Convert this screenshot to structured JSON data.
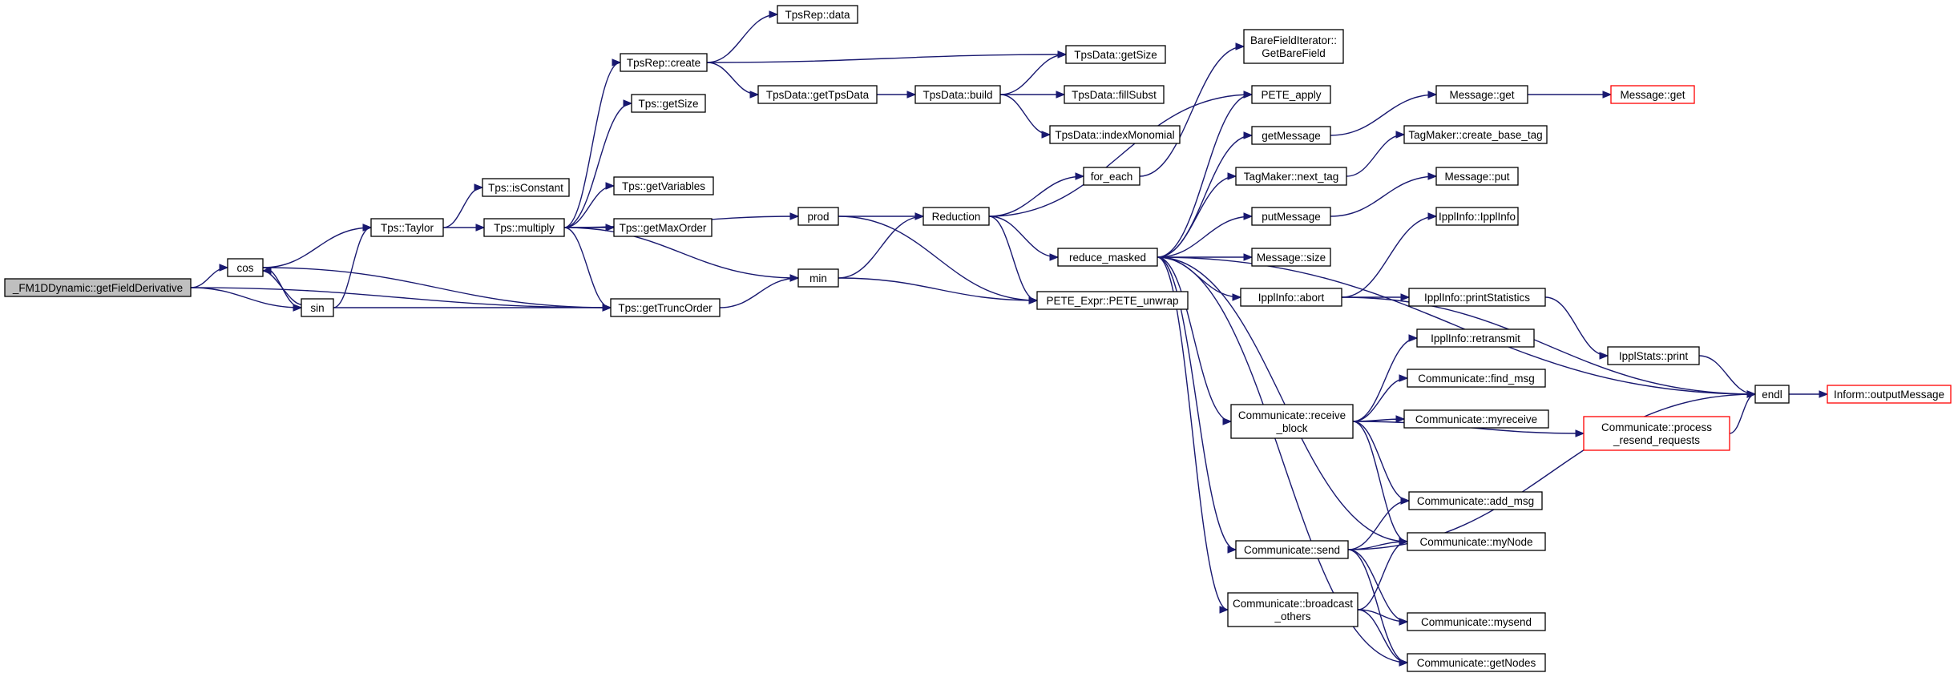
{
  "diagram": {
    "type": "call-graph",
    "colors": {
      "edge": "#191970",
      "root_fill": "#bfbfbf",
      "truncated_border": "#ff0000",
      "node_border": "#000000"
    },
    "nodes": [
      {
        "id": "root",
        "label": [
          "_FM1DDynamic::getFieldDerivative"
        ],
        "style": "root"
      },
      {
        "id": "cos",
        "label": [
          "cos"
        ]
      },
      {
        "id": "sin",
        "label": [
          "sin"
        ]
      },
      {
        "id": "taylor",
        "label": [
          "Tps::Taylor"
        ]
      },
      {
        "id": "isconst",
        "label": [
          "Tps::isConstant"
        ]
      },
      {
        "id": "multiply",
        "label": [
          "Tps::multiply"
        ]
      },
      {
        "id": "tpsrepcreate",
        "label": [
          "TpsRep::create"
        ]
      },
      {
        "id": "tpsrepdata",
        "label": [
          "TpsRep::data"
        ]
      },
      {
        "id": "tpsgetsize",
        "label": [
          "Tps::getSize"
        ]
      },
      {
        "id": "getvars",
        "label": [
          "Tps::getVariables"
        ]
      },
      {
        "id": "getmaxorder",
        "label": [
          "Tps::getMaxOrder"
        ]
      },
      {
        "id": "gettrunc",
        "label": [
          "Tps::getTruncOrder"
        ]
      },
      {
        "id": "tdgetsize",
        "label": [
          "TpsData::getSize"
        ]
      },
      {
        "id": "gettpsdata",
        "label": [
          "TpsData::getTpsData"
        ]
      },
      {
        "id": "build",
        "label": [
          "TpsData::build"
        ]
      },
      {
        "id": "fillsubst",
        "label": [
          "TpsData::fillSubst"
        ]
      },
      {
        "id": "indexmono",
        "label": [
          "TpsData::indexMonomial"
        ]
      },
      {
        "id": "prod",
        "label": [
          "prod"
        ]
      },
      {
        "id": "min",
        "label": [
          "min"
        ]
      },
      {
        "id": "reduction",
        "label": [
          "Reduction"
        ]
      },
      {
        "id": "foreach",
        "label": [
          "for_each"
        ]
      },
      {
        "id": "bfi",
        "label": [
          "BareFieldIterator::",
          "GetBareField"
        ]
      },
      {
        "id": "reducemasked",
        "label": [
          "reduce_masked"
        ]
      },
      {
        "id": "peteunwrap",
        "label": [
          "PETE_Expr::PETE_unwrap"
        ]
      },
      {
        "id": "peteapply",
        "label": [
          "PETE_apply"
        ]
      },
      {
        "id": "getmessage",
        "label": [
          "getMessage"
        ]
      },
      {
        "id": "nexttag",
        "label": [
          "TagMaker::next_tag"
        ]
      },
      {
        "id": "putmessage",
        "label": [
          "putMessage"
        ]
      },
      {
        "id": "msgsize",
        "label": [
          "Message::size"
        ]
      },
      {
        "id": "abort",
        "label": [
          "IpplInfo::abort"
        ]
      },
      {
        "id": "recvblock",
        "label": [
          "Communicate::receive",
          "_block"
        ]
      },
      {
        "id": "send",
        "label": [
          "Communicate::send"
        ]
      },
      {
        "id": "bcast",
        "label": [
          "Communicate::broadcast",
          "_others"
        ]
      },
      {
        "id": "msgget1",
        "label": [
          "Message::get"
        ]
      },
      {
        "id": "msgget2",
        "label": [
          "Message::get"
        ],
        "style": "truncated"
      },
      {
        "id": "createbasetag",
        "label": [
          "TagMaker::create_base_tag"
        ]
      },
      {
        "id": "msgput",
        "label": [
          "Message::put"
        ]
      },
      {
        "id": "ipplinfo",
        "label": [
          "IpplInfo::IpplInfo"
        ]
      },
      {
        "id": "printstats",
        "label": [
          "IpplInfo::printStatistics"
        ]
      },
      {
        "id": "ipplstatsprint",
        "label": [
          "IpplStats::print"
        ]
      },
      {
        "id": "retransmit",
        "label": [
          "IpplInfo::retransmit"
        ]
      },
      {
        "id": "findmsg",
        "label": [
          "Communicate::find_msg"
        ]
      },
      {
        "id": "myreceive",
        "label": [
          "Communicate::myreceive"
        ]
      },
      {
        "id": "processresend",
        "label": [
          "Communicate::process",
          "_resend_requests"
        ],
        "style": "truncated"
      },
      {
        "id": "addmsg",
        "label": [
          "Communicate::add_msg"
        ]
      },
      {
        "id": "mynode",
        "label": [
          "Communicate::myNode"
        ]
      },
      {
        "id": "mysend",
        "label": [
          "Communicate::mysend"
        ]
      },
      {
        "id": "getnodes",
        "label": [
          "Communicate::getNodes"
        ]
      },
      {
        "id": "endl",
        "label": [
          "endl"
        ]
      },
      {
        "id": "outputmsg",
        "label": [
          "Inform::outputMessage"
        ],
        "style": "truncated"
      }
    ],
    "edges": [
      [
        "root",
        "cos"
      ],
      [
        "root",
        "sin"
      ],
      [
        "root",
        "gettrunc"
      ],
      [
        "cos",
        "taylor"
      ],
      [
        "cos",
        "sin"
      ],
      [
        "cos",
        "gettrunc"
      ],
      [
        "sin",
        "cos"
      ],
      [
        "sin",
        "taylor"
      ],
      [
        "sin",
        "gettrunc"
      ],
      [
        "taylor",
        "isconst"
      ],
      [
        "taylor",
        "multiply"
      ],
      [
        "multiply",
        "tpsrepcreate"
      ],
      [
        "multiply",
        "tpsgetsize"
      ],
      [
        "multiply",
        "getvars"
      ],
      [
        "multiply",
        "getmaxorder"
      ],
      [
        "multiply",
        "gettrunc"
      ],
      [
        "multiply",
        "prod"
      ],
      [
        "multiply",
        "min"
      ],
      [
        "tpsrepcreate",
        "tpsrepdata"
      ],
      [
        "tpsrepcreate",
        "tdgetsize"
      ],
      [
        "tpsrepcreate",
        "gettpsdata"
      ],
      [
        "gettpsdata",
        "build"
      ],
      [
        "build",
        "tdgetsize"
      ],
      [
        "build",
        "fillsubst"
      ],
      [
        "build",
        "indexmono"
      ],
      [
        "gettrunc",
        "min"
      ],
      [
        "prod",
        "reduction"
      ],
      [
        "prod",
        "peteunwrap"
      ],
      [
        "min",
        "reduction"
      ],
      [
        "min",
        "peteunwrap"
      ],
      [
        "reduction",
        "foreach"
      ],
      [
        "reduction",
        "reducemasked"
      ],
      [
        "reduction",
        "peteunwrap"
      ],
      [
        "reduction",
        "peteapply"
      ],
      [
        "foreach",
        "bfi"
      ],
      [
        "reducemasked",
        "peteapply"
      ],
      [
        "reducemasked",
        "getmessage"
      ],
      [
        "reducemasked",
        "nexttag"
      ],
      [
        "reducemasked",
        "putmessage"
      ],
      [
        "reducemasked",
        "msgsize"
      ],
      [
        "reducemasked",
        "abort"
      ],
      [
        "reducemasked",
        "recvblock"
      ],
      [
        "reducemasked",
        "send"
      ],
      [
        "reducemasked",
        "bcast"
      ],
      [
        "reducemasked",
        "mynode"
      ],
      [
        "reducemasked",
        "getnodes"
      ],
      [
        "reducemasked",
        "endl"
      ],
      [
        "getmessage",
        "msgget1"
      ],
      [
        "msgget1",
        "msgget2"
      ],
      [
        "nexttag",
        "createbasetag"
      ],
      [
        "putmessage",
        "msgput"
      ],
      [
        "abort",
        "ipplinfo"
      ],
      [
        "abort",
        "printstats"
      ],
      [
        "abort",
        "endl"
      ],
      [
        "printstats",
        "ipplstatsprint"
      ],
      [
        "ipplstatsprint",
        "endl"
      ],
      [
        "recvblock",
        "retransmit"
      ],
      [
        "recvblock",
        "findmsg"
      ],
      [
        "recvblock",
        "myreceive"
      ],
      [
        "recvblock",
        "processresend"
      ],
      [
        "recvblock",
        "addmsg"
      ],
      [
        "recvblock",
        "mynode"
      ],
      [
        "processresend",
        "endl"
      ],
      [
        "send",
        "addmsg"
      ],
      [
        "send",
        "mynode"
      ],
      [
        "send",
        "mysend"
      ],
      [
        "send",
        "getnodes"
      ],
      [
        "send",
        "endl"
      ],
      [
        "bcast",
        "mynode"
      ],
      [
        "bcast",
        "mysend"
      ],
      [
        "bcast",
        "getnodes"
      ],
      [
        "endl",
        "outputmsg"
      ]
    ]
  }
}
